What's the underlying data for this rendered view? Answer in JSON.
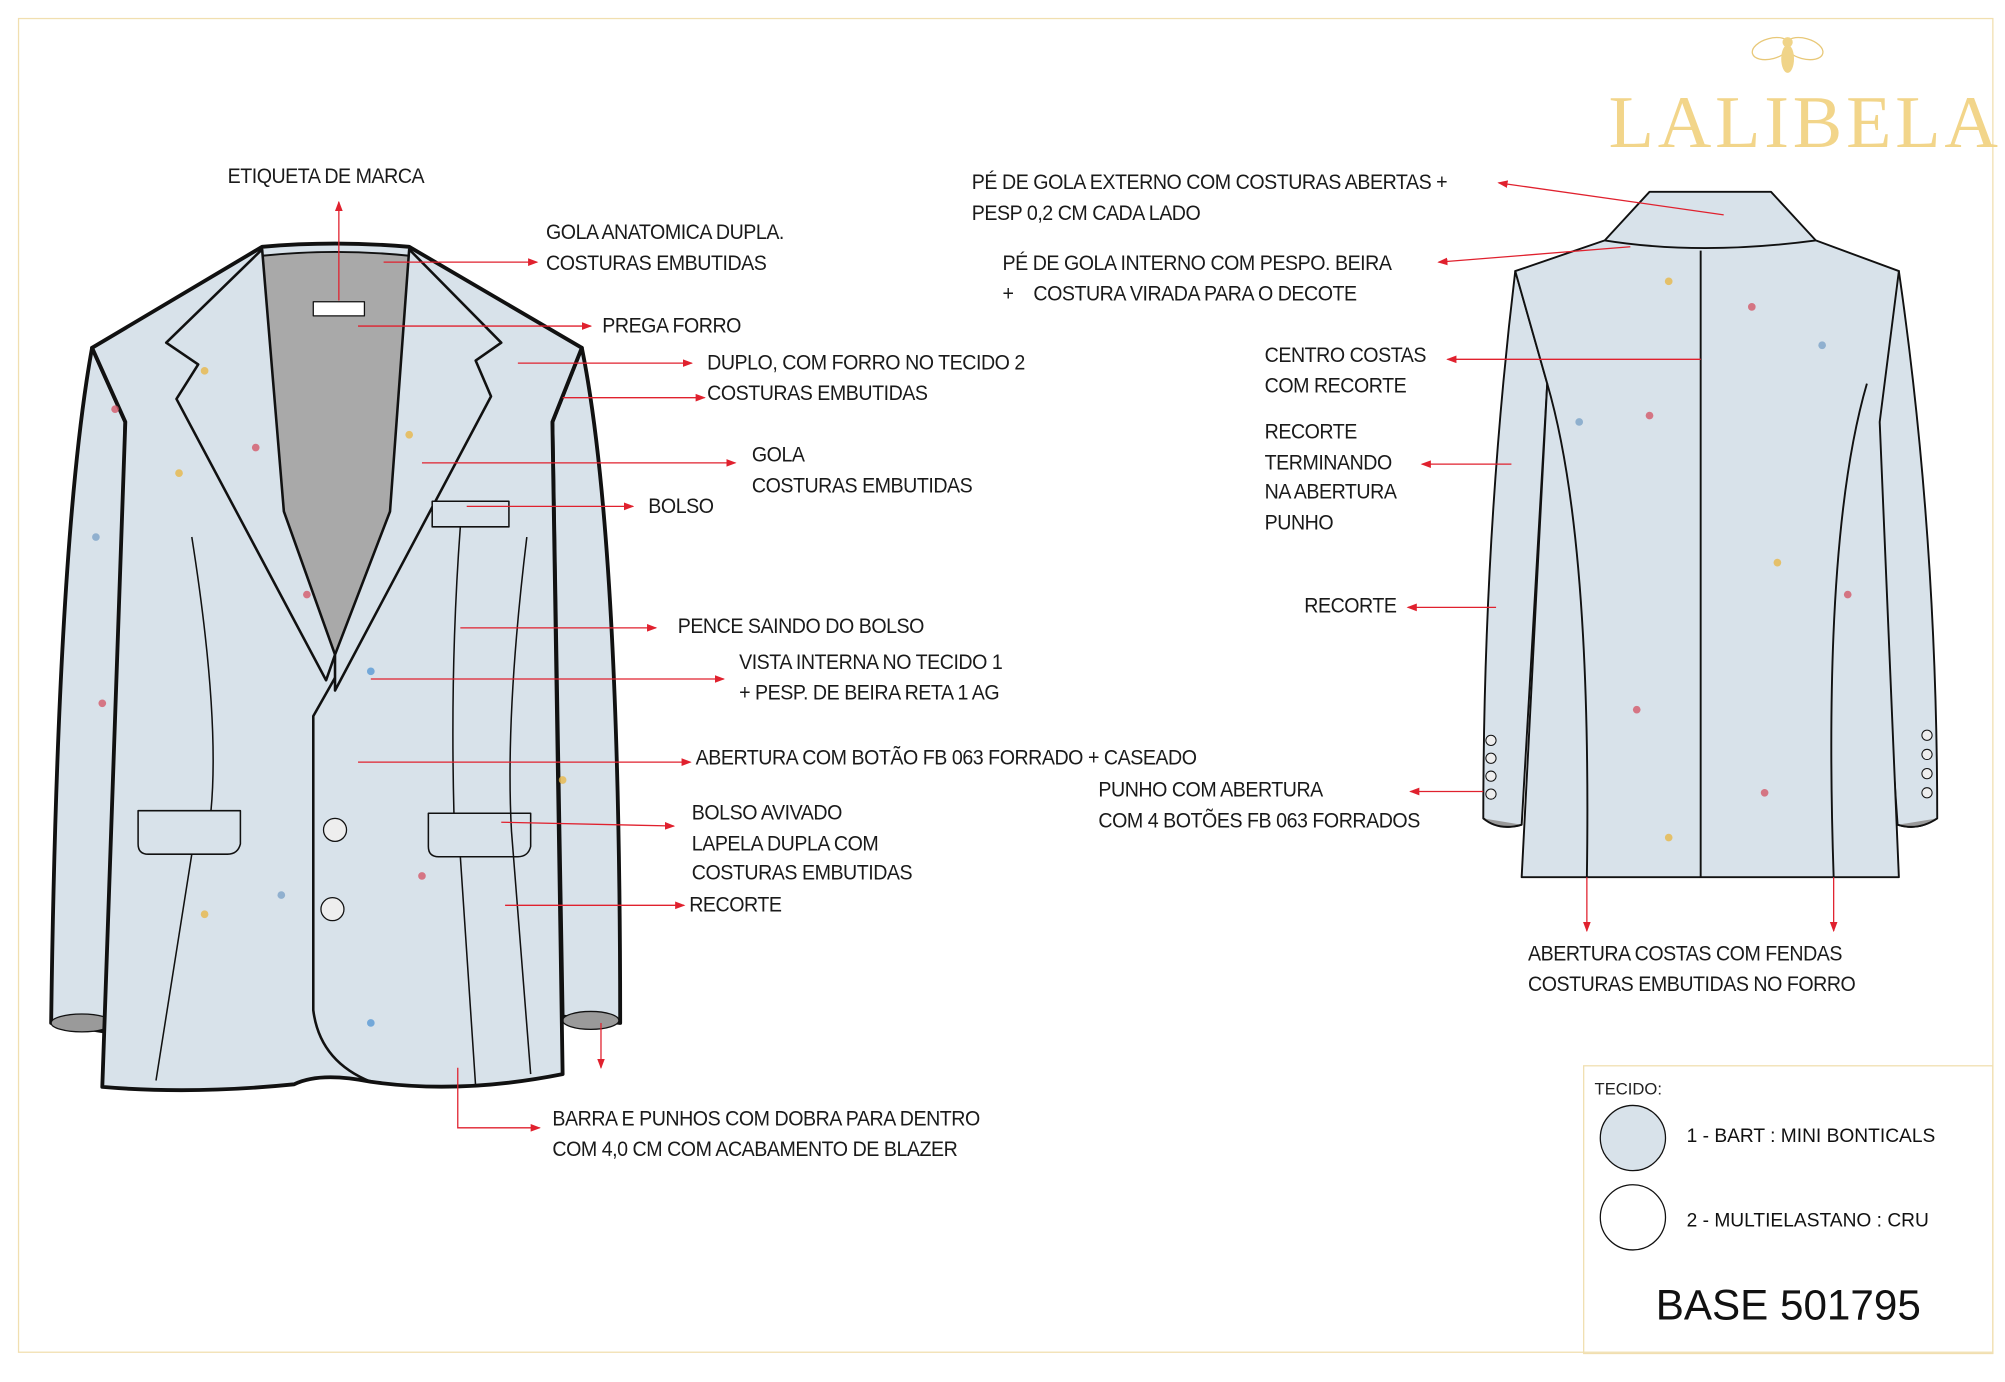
{
  "brand": {
    "logo_text": "LALIBELA",
    "logo_icon": "bee-icon",
    "color": "#f2d58a"
  },
  "colors": {
    "fabric": "#d8e2ea",
    "lining": "#a9a9a9",
    "arrow": "#e0212e",
    "frame": "#f1dfb0"
  },
  "front_labels": {
    "etiqueta": [
      "ETIQUETA DE MARCA"
    ],
    "gola_anatomica": [
      "GOLA ANATOMICA DUPLA.",
      "COSTURAS EMBUTIDAS"
    ],
    "prega_forro": [
      "PREGA FORRO"
    ],
    "duplo": [
      "DUPLO, COM FORRO NO TECIDO 2"
    ],
    "costuras": [
      "COSTURAS EMBUTIDAS"
    ],
    "gola": [
      "GOLA",
      "COSTURAS EMBUTIDAS"
    ],
    "bolso": [
      "BOLSO"
    ],
    "pence": [
      "PENCE SAINDO DO BOLSO"
    ],
    "vista": [
      "VISTA INTERNA NO  TECIDO 1",
      "+ PESP. DE BEIRA RETA 1 AG"
    ],
    "abertura": [
      "ABERTURA COM BOTÃO  FB 063 FORRADO + CASEADO"
    ],
    "bolso_avivado": [
      "BOLSO AVIVADO",
      "LAPELA DUPLA COM",
      "COSTURAS EMBUTIDAS"
    ],
    "recorte": [
      "RECORTE"
    ],
    "barra": [
      "BARRA E PUNHOS COM DOBRA PARA DENTRO",
      "COM  4,0 CM  COM ACABAMENTO DE BLAZER"
    ]
  },
  "back_labels": {
    "pe_externo": [
      "PÉ DE GOLA EXTERNO COM COSTURAS ABERTAS +",
      "PESP 0,2 CM CADA LADO"
    ],
    "pe_interno": [
      "PÉ DE GOLA INTERNO COM PESPO. BEIRA",
      "+    COSTURA VIRADA PARA O DECOTE"
    ],
    "centro": [
      "CENTRO COSTAS",
      "COM RECORTE"
    ],
    "recorte_terminando": [
      "RECORTE",
      "TERMINANDO",
      "NA ABERTURA",
      "PUNHO"
    ],
    "recorte": [
      "RECORTE"
    ],
    "punho": [
      "PUNHO COM ABERTURA",
      "COM 4 BOTÕES  FB 063 FORRADOS"
    ],
    "abertura_costas": [
      "ABERTURA COSTAS COM FENDAS",
      "COSTURAS EMBUTIDAS NO FORRO"
    ]
  },
  "legend": {
    "title": "TECIDO:",
    "items": [
      {
        "label": "1 - BART : MINI BONTICALS",
        "color": "#d8e2ea"
      },
      {
        "label": "2 - MULTIELASTANO : CRU",
        "color": "#ffffff"
      }
    ],
    "base": "BASE 501795"
  }
}
